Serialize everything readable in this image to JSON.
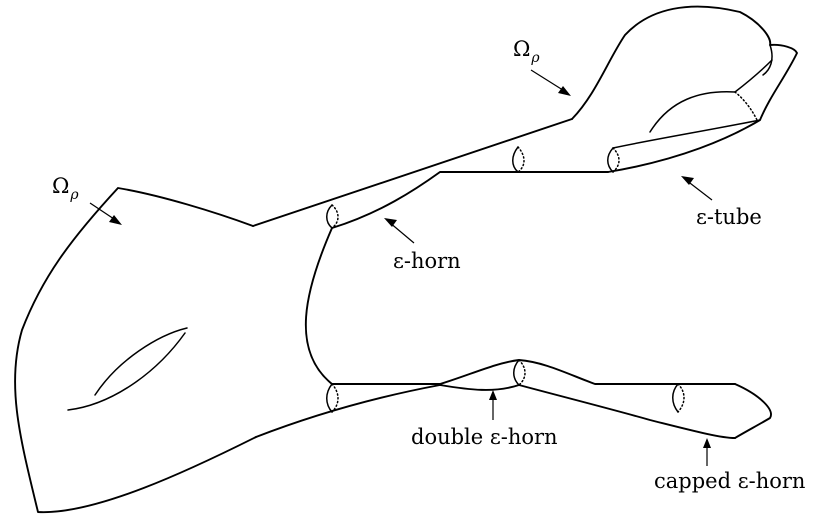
{
  "labels": {
    "omega_rho_top": {
      "main": "Ω",
      "sub": "ρ"
    },
    "omega_rho_left": {
      "main": "Ω",
      "sub": "ρ"
    },
    "epsilon_tube": "ε-tube",
    "epsilon_horn": "ε-horn",
    "double_epsilon_horn": "double ε-horn",
    "capped_epsilon_horn": "capped ε-horn"
  },
  "colors": {
    "stroke": "#000000",
    "background": "#ffffff"
  }
}
